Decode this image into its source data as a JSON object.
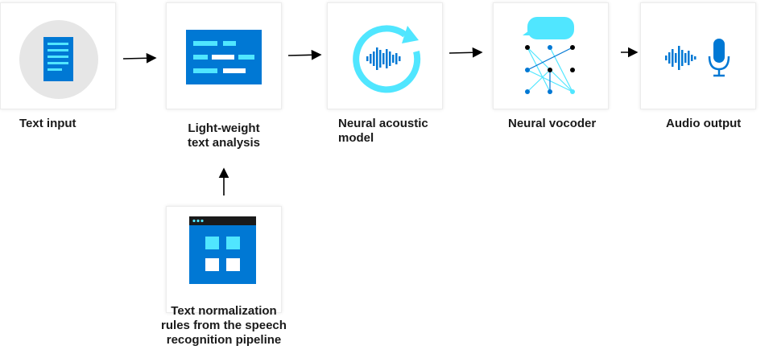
{
  "nodes": {
    "text_input": {
      "label": "Text input",
      "icon": "document-icon"
    },
    "text_analysis": {
      "label_line1": "Light-weight",
      "label_line2": "text analysis",
      "icon": "text-layout-icon"
    },
    "acoustic_model": {
      "label_line1": "Neural acoustic",
      "label_line2": "model",
      "icon": "waveform-refresh-icon"
    },
    "vocoder": {
      "label": "Neural vocoder",
      "icon": "neural-network-icon"
    },
    "audio_output": {
      "label": "Audio output",
      "icon": "microphone-waveform-icon"
    },
    "normalization": {
      "label_line1": "Text normalization",
      "label_line2": "rules from the speech",
      "label_line3": "recognition pipeline",
      "icon": "app-window-icon"
    }
  },
  "colors": {
    "primary_blue": "#0078d4",
    "light_cyan": "#50e6ff",
    "grey_circle": "#e6e6e6",
    "arrow": "#000000"
  }
}
